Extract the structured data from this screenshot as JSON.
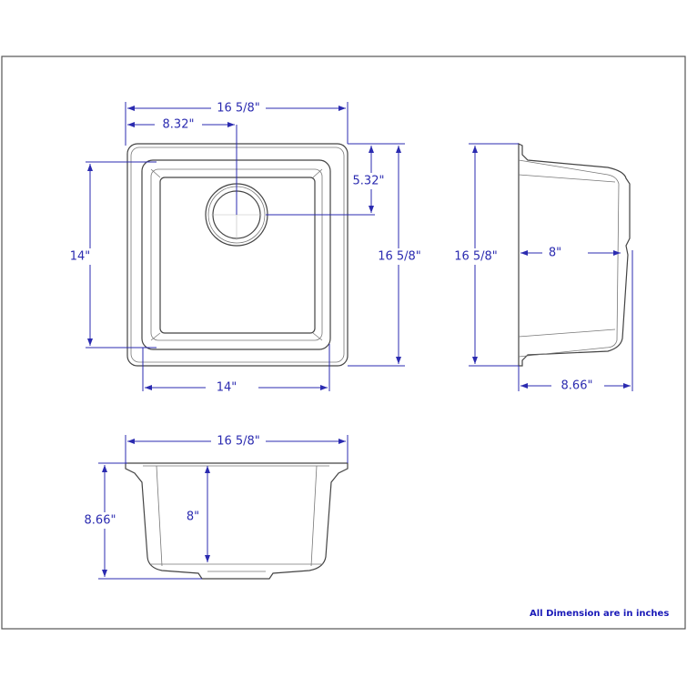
{
  "top_view": {
    "overall_width": "16 5/8\"",
    "drain_offset_x": "8.32\"",
    "drain_offset_y": "5.32\"",
    "overall_depth": "16 5/8\"",
    "bowl_depth_left": "14\"",
    "bowl_width_bottom": "14\""
  },
  "side_view": {
    "overall_length": "16 5/8\"",
    "inner_depth": "8\"",
    "overall_height": "8.66\""
  },
  "front_view": {
    "overall_width": "16 5/8\"",
    "overall_height": "8.66\"",
    "inner_depth": "8\""
  },
  "note": "All Dimension are in inches",
  "colors": {
    "dimension": "#2b2bb0",
    "outline": "#444444",
    "note": "#1a1ab8"
  }
}
